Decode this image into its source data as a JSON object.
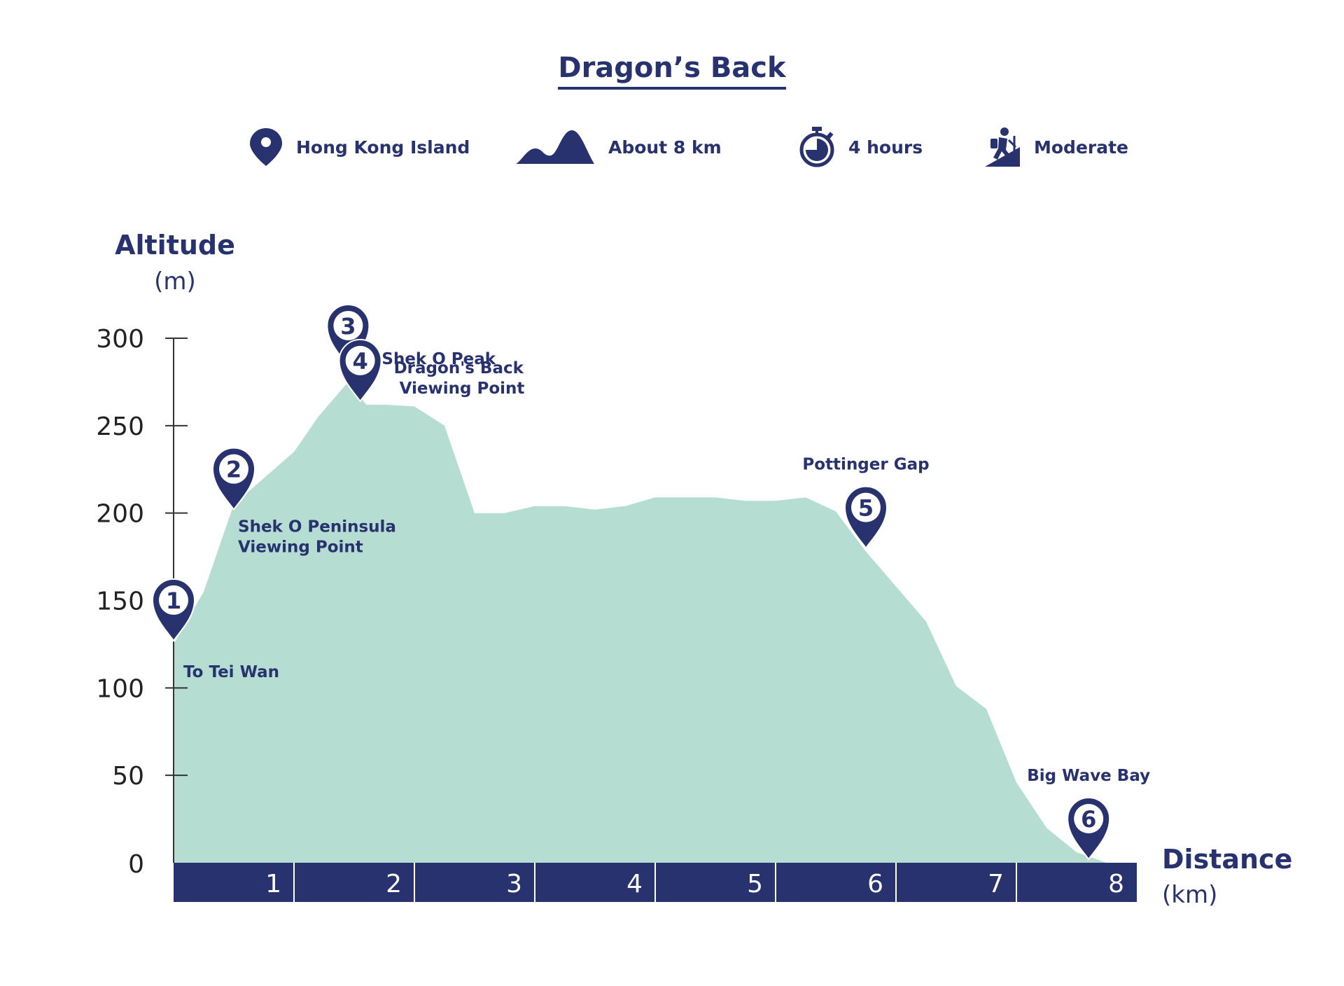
{
  "page": {
    "title": "Dragon’s Back"
  },
  "info": {
    "location": {
      "icon": "location-pin-icon",
      "label": "Hong Kong Island"
    },
    "distance": {
      "icon": "mountain-icon",
      "label": "About 8 km"
    },
    "duration": {
      "icon": "stopwatch-icon",
      "label": "4 hours"
    },
    "difficulty": {
      "icon": "hiker-icon",
      "label": "Moderate"
    }
  },
  "colors": {
    "navy": "#27326e",
    "area": "#b5ddd2",
    "white": "#ffffff"
  },
  "chart_data": {
    "type": "area",
    "ylabel": "Altitude",
    "yunit": "(m)",
    "xlabel": "Distance",
    "xunit": "(km)",
    "ylim": [
      0,
      300
    ],
    "xlim": [
      0,
      8
    ],
    "yticks": [
      "0",
      "50",
      "100",
      "150",
      "200",
      "250",
      "300"
    ],
    "xticks": [
      "1",
      "2",
      "3",
      "4",
      "5",
      "6",
      "7",
      "8"
    ],
    "grid": false,
    "series": [
      {
        "x": [
          0,
          0.25,
          0.5,
          1.0,
          1.2,
          1.45,
          1.6,
          1.75,
          2.0,
          2.25,
          2.5,
          2.75,
          3.0,
          3.25,
          3.5,
          3.75,
          4.0,
          4.25,
          4.5,
          4.75,
          5.0,
          5.25,
          5.5,
          5.75,
          6.0,
          6.25,
          6.5,
          6.75,
          7.0,
          7.25,
          7.5,
          7.75,
          8.0
        ],
        "values": [
          125,
          155,
          205,
          235,
          255,
          275,
          262,
          262,
          261,
          250,
          200,
          200,
          204,
          204,
          202,
          204,
          209,
          209,
          209,
          207,
          207,
          209,
          201,
          178,
          158,
          138,
          101,
          88,
          46,
          20,
          6,
          0,
          0
        ]
      }
    ],
    "waypoints": [
      {
        "number": "1",
        "name": "To Tei Wan",
        "x": 0.0,
        "altitude": 127
      },
      {
        "number": "2",
        "name": "Shek O Peninsula Viewing Point",
        "x": 0.5,
        "altitude": 202
      },
      {
        "number": "3",
        "name": "Shek O Peak",
        "x": 1.45,
        "altitude": 284
      },
      {
        "number": "4",
        "name": "Dragon's Back Viewing Point",
        "x": 1.55,
        "altitude": 264
      },
      {
        "number": "5",
        "name": "Pottinger Gap",
        "x": 5.75,
        "altitude": 180
      },
      {
        "number": "6",
        "name": "Big Wave Bay",
        "x": 7.6,
        "altitude": 2
      }
    ]
  }
}
